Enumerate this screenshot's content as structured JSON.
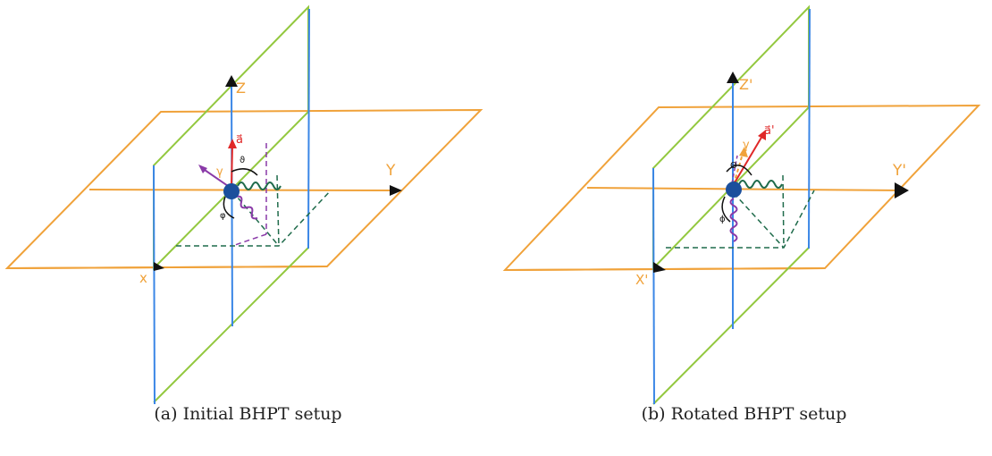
{
  "colors": {
    "orange": "#f0a23a",
    "green": "#93c83f",
    "blue": "#3a86e6",
    "red": "#e02828",
    "purple": "#8a3aa8",
    "darkgreen": "#1f6b4b",
    "black": "#111111",
    "navy": "#1b4f9c"
  },
  "panel_a": {
    "axis_x": "x",
    "axis_y": "Y",
    "axis_z": "Z",
    "vec_a": "a⃗",
    "label_gamma": "γ",
    "label_theta": "ϑ",
    "label_phi": "φ",
    "caption": "(a) Initial BHPT setup"
  },
  "panel_b": {
    "axis_x": "X'",
    "axis_y": "Y'",
    "axis_z": "Z'",
    "vec_a": "a⃗'",
    "label_gamma": "γ",
    "label_theta": "Θ",
    "label_phi": "ϕ",
    "caption": "(b) Rotated BHPT setup"
  }
}
